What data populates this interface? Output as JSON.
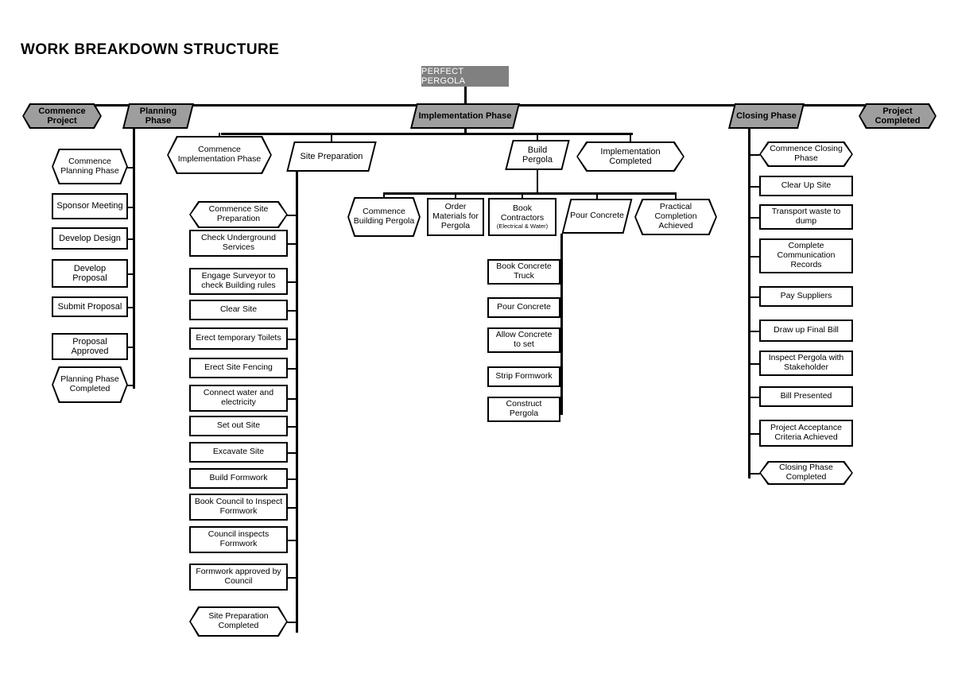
{
  "title": "WORK BREAKDOWN STRUCTURE",
  "colors": {
    "fill_gray": "#9e9e9e",
    "root_gray": "#808080",
    "stroke": "#000000",
    "canvas": "#ffffff",
    "root_text": "#ffffff"
  },
  "root": {
    "label": "PERFECT PERGOLA"
  },
  "top_level": [
    {
      "label": "Commence Project",
      "shape": "hexagon",
      "filled": true
    },
    {
      "label": "Planning Phase",
      "shape": "parallelogram",
      "filled": true
    },
    {
      "label": "Implementation Phase",
      "shape": "parallelogram",
      "filled": true
    },
    {
      "label": "Closing Phase",
      "shape": "parallelogram",
      "filled": true
    },
    {
      "label": "Project Completed",
      "shape": "hexagon",
      "filled": true
    }
  ],
  "planning_phase": {
    "items": [
      {
        "label": "Commence Planning Phase",
        "shape": "hexagon"
      },
      {
        "label": "Sponsor Meeting",
        "shape": "rect"
      },
      {
        "label": "Develop Design",
        "shape": "rect"
      },
      {
        "label": "Develop Proposal",
        "shape": "rect"
      },
      {
        "label": "Submit Proposal",
        "shape": "rect"
      },
      {
        "label": "Proposal Approved",
        "shape": "rect"
      },
      {
        "label": "Planning Phase Completed",
        "shape": "hexagon"
      }
    ]
  },
  "implementation_phase": {
    "children": [
      {
        "label": "Commence Implementation Phase",
        "shape": "hexagon"
      },
      {
        "label": "Site Preparation",
        "shape": "parallelogram"
      },
      {
        "label": "Build Pergola",
        "shape": "parallelogram"
      },
      {
        "label": "Implementation Completed",
        "shape": "hexagon"
      }
    ]
  },
  "site_preparation": {
    "items": [
      {
        "label": "Commence Site Preparation",
        "shape": "hexagon"
      },
      {
        "label": "Check Underground Services",
        "shape": "rect"
      },
      {
        "label": "Engage Surveyor to check Building rules",
        "shape": "rect"
      },
      {
        "label": "Clear Site",
        "shape": "rect"
      },
      {
        "label": "Erect temporary Toilets",
        "shape": "rect"
      },
      {
        "label": "Erect Site Fencing",
        "shape": "rect"
      },
      {
        "label": "Connect water and electricity",
        "shape": "rect"
      },
      {
        "label": "Set out Site",
        "shape": "rect"
      },
      {
        "label": "Excavate Site",
        "shape": "rect"
      },
      {
        "label": "Build Formwork",
        "shape": "rect"
      },
      {
        "label": "Book Council to Inspect Formwork",
        "shape": "rect"
      },
      {
        "label": "Council inspects Formwork",
        "shape": "rect"
      },
      {
        "label": "Formwork approved by Council",
        "shape": "rect"
      },
      {
        "label": "Site Preparation Completed",
        "shape": "hexagon"
      }
    ]
  },
  "build_pergola": {
    "items": [
      {
        "label": "Commence Building Pergola",
        "shape": "hexagon"
      },
      {
        "label": "Order Materials for Pergola",
        "shape": "rect"
      },
      {
        "label": "Book Contractors",
        "sub": "(Electrical & Water)",
        "shape": "rect"
      },
      {
        "label": "Pour Concrete",
        "shape": "parallelogram"
      },
      {
        "label": "Practical Completion Achieved",
        "shape": "hexagon"
      }
    ]
  },
  "pour_concrete": {
    "items": [
      {
        "label": "Book Concrete Truck",
        "shape": "rect"
      },
      {
        "label": "Pour Concrete",
        "shape": "rect"
      },
      {
        "label": "Allow Concrete to set",
        "shape": "rect"
      },
      {
        "label": "Strip Formwork",
        "shape": "rect"
      },
      {
        "label": "Construct Pergola",
        "shape": "rect"
      }
    ]
  },
  "closing_phase": {
    "items": [
      {
        "label": "Commence Closing Phase",
        "shape": "hexagon"
      },
      {
        "label": "Clear Up Site",
        "shape": "rect"
      },
      {
        "label": "Transport waste to dump",
        "shape": "rect"
      },
      {
        "label": "Complete Communication Records",
        "shape": "rect"
      },
      {
        "label": "Pay Suppliers",
        "shape": "rect"
      },
      {
        "label": "Draw up Final Bill",
        "shape": "rect"
      },
      {
        "label": "Inspect Pergola with Stakeholder",
        "shape": "rect"
      },
      {
        "label": "Bill Presented",
        "shape": "rect"
      },
      {
        "label": "Project Acceptance Criteria Achieved",
        "shape": "rect"
      },
      {
        "label": "Closing Phase Completed",
        "shape": "hexagon"
      }
    ]
  }
}
